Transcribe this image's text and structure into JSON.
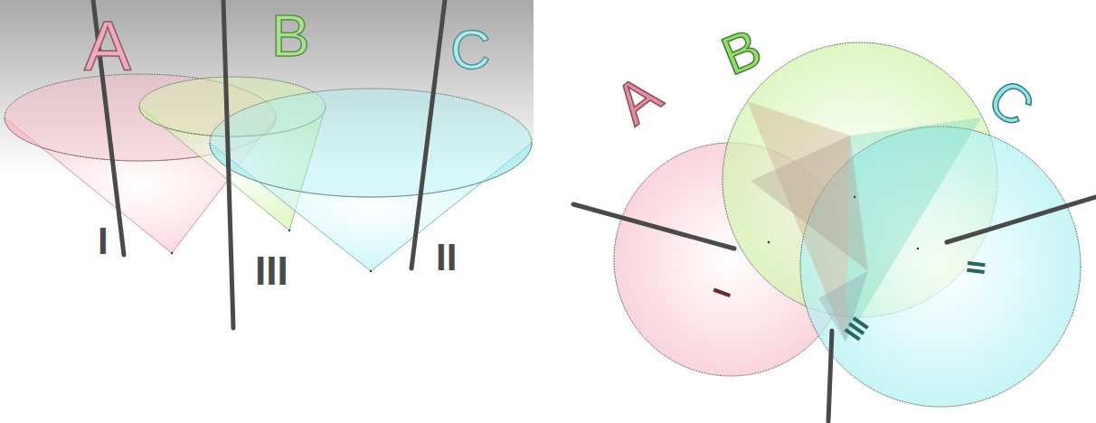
{
  "diagram": {
    "labels": [
      "A",
      "B",
      "C",
      "I",
      "III",
      "II",
      "A",
      "B",
      "C",
      "I",
      "II",
      "III"
    ]
  }
}
